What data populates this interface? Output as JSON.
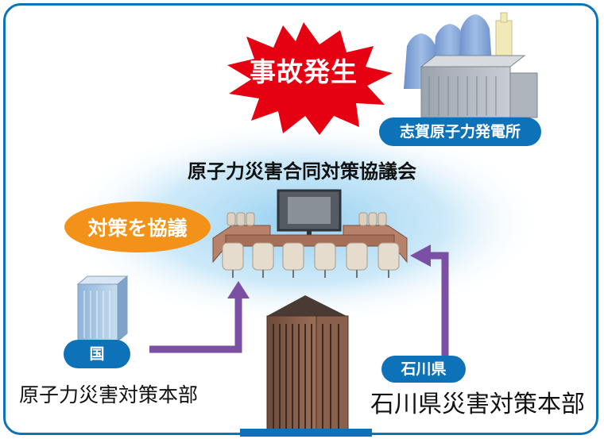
{
  "accident": {
    "label": "事故発生"
  },
  "plant": {
    "label": "志賀原子力発電所"
  },
  "council": {
    "title": "原子力災害合同対策協議会",
    "action": "対策を協議"
  },
  "nation": {
    "badge": "国",
    "hq": "原子力災害対策本部"
  },
  "prefecture": {
    "badge": "石川県",
    "hq": "石川県災害対策本部"
  },
  "colors": {
    "frame": "#0d73b8",
    "badge": "#0e72b9",
    "accident_burst": "#e50012",
    "discuss_oval": "#f29219",
    "arrow": "#7b4fa3",
    "glow": "#9fd3f0"
  }
}
